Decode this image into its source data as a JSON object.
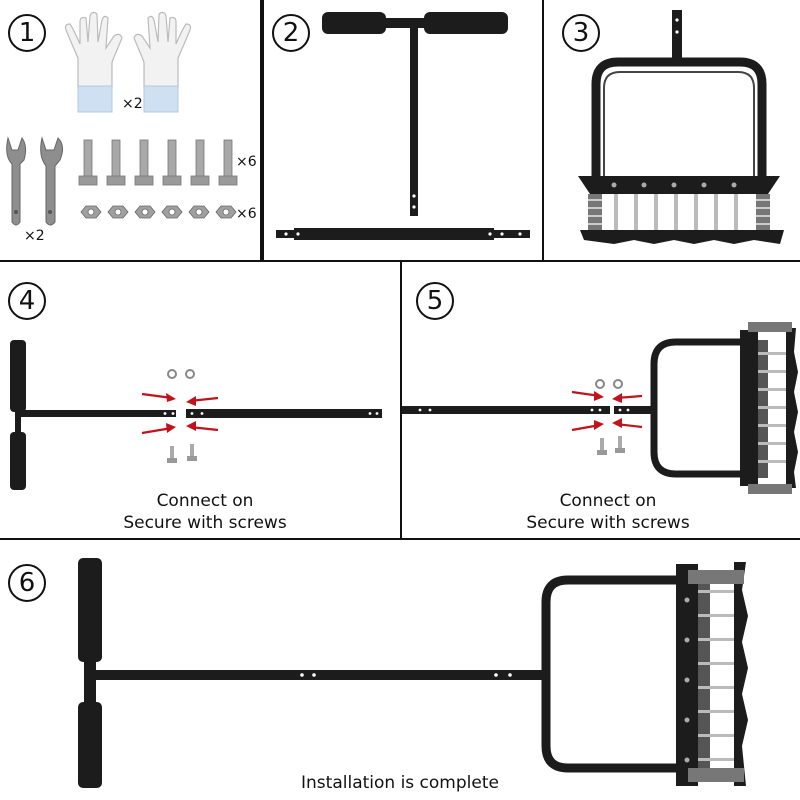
{
  "steps": [
    {
      "number": "1"
    },
    {
      "number": "2"
    },
    {
      "number": "3"
    },
    {
      "number": "4"
    },
    {
      "number": "5"
    },
    {
      "number": "6"
    }
  ],
  "step1": {
    "gloves_qty": "×2",
    "wrenches_qty": "×2",
    "bolts_qty": "×6",
    "nuts_qty": "×6"
  },
  "step4": {
    "caption_line1": "Connect on",
    "caption_line2": "Secure with screws"
  },
  "step5": {
    "caption_line1": "Connect on",
    "caption_line2": "Secure with screws"
  },
  "step6": {
    "caption": "Installation is complete"
  },
  "colors": {
    "metal": "#1c1c1c",
    "arrow": "#c0141c",
    "steel": "#9a9a9a",
    "line": "#111111"
  }
}
